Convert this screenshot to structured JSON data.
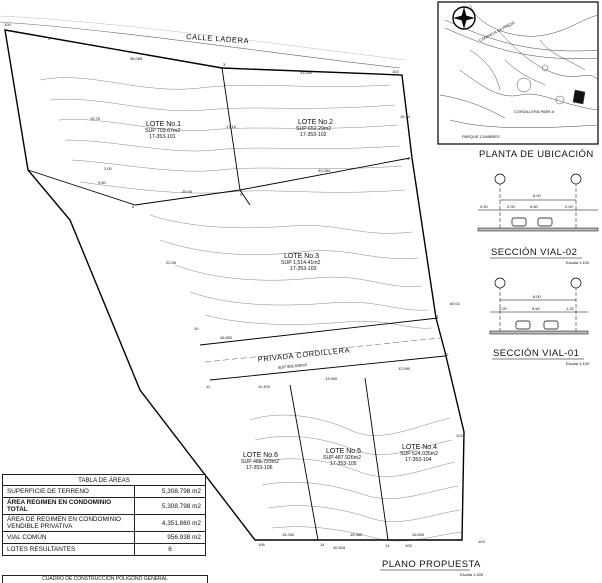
{
  "plan": {
    "street_name": "CALLE LADERA",
    "private_road": "PRIVADA CORDILLERA",
    "private_road_area": "SUP 956.938m2",
    "title": "PLANO PROPUESTA",
    "title_scale": "Escala 1:400",
    "lots": [
      {
        "name": "LOTE No.1",
        "area": "SUP 703.67m2",
        "code": "17-353-101"
      },
      {
        "name": "LOTE No.2",
        "area": "SUP 652.29m2",
        "code": "17-353-102"
      },
      {
        "name": "LOTE No.3",
        "area": "SUP 1,514.41m2",
        "code": "17-353-103"
      },
      {
        "name": "LOTE No.4",
        "area": "SUP 524.035m2",
        "code": "17-353-104"
      },
      {
        "name": "LOTE No.5",
        "area": "SUP 487.926m2",
        "code": "17-353-105"
      },
      {
        "name": "LOTE No.6",
        "area": "SUP 489.723m2",
        "code": "17-353-106"
      }
    ],
    "vertices": [
      "100",
      "1",
      "3",
      "102",
      "4",
      "5",
      "6",
      "7",
      "12",
      "103",
      "104",
      "105",
      "13",
      "14",
      "106",
      "10",
      "11"
    ],
    "dimensions": [
      "40.818",
      "33.650",
      "35.065",
      "46.892",
      "15.330",
      "15.360",
      "15.600",
      "11.400",
      "13.900",
      "12.590",
      "33.054",
      "25.95",
      "15.75",
      "17.16",
      "22.55",
      "15.14",
      "60.01",
      "2.00",
      "9.60"
    ]
  },
  "location": {
    "title": "PLANTA DE UBICACIÓN",
    "labels": [
      "CAMINO A LA PRESA",
      "CORDILLERA PARK II",
      "PARQUE CUMBRES"
    ]
  },
  "sections": [
    {
      "title": "SECCIÓN VIAL-02",
      "scale": "Escala 1:100",
      "widths": [
        "0.40",
        "2.00",
        "5.60",
        "2.00",
        "8.00"
      ]
    },
    {
      "title": "SECCIÓN VIAL-01",
      "scale": "Escala 1:100",
      "widths": [
        "1.20",
        "5.60",
        "1.20",
        "8.00"
      ]
    }
  ],
  "areas_table": {
    "title": "TABLA DE ÁREAS",
    "rows": [
      {
        "label": "SUPERFICIE DE TERRENO",
        "value": "5,308.798 m2",
        "bold": false
      },
      {
        "label": "ÁREA REGIMEN EN CONDOMINIO TOTAL",
        "value": "5,308.798 m2",
        "bold": true
      },
      {
        "label": "ÁREA DE REGIMEN EN CONDOMINIO VENDIBLE PRIVATIVA",
        "value": "4,351.860 m2",
        "bold": false
      },
      {
        "label": "VIAL COMÚN",
        "value": "956.938 m2",
        "bold": false
      },
      {
        "label": "LOTES RESULTANTES",
        "value": "6",
        "bold": false
      }
    ],
    "footer": "CUADRO DE CONSTRUCCIÓN POLÍGONO GENERAL"
  }
}
